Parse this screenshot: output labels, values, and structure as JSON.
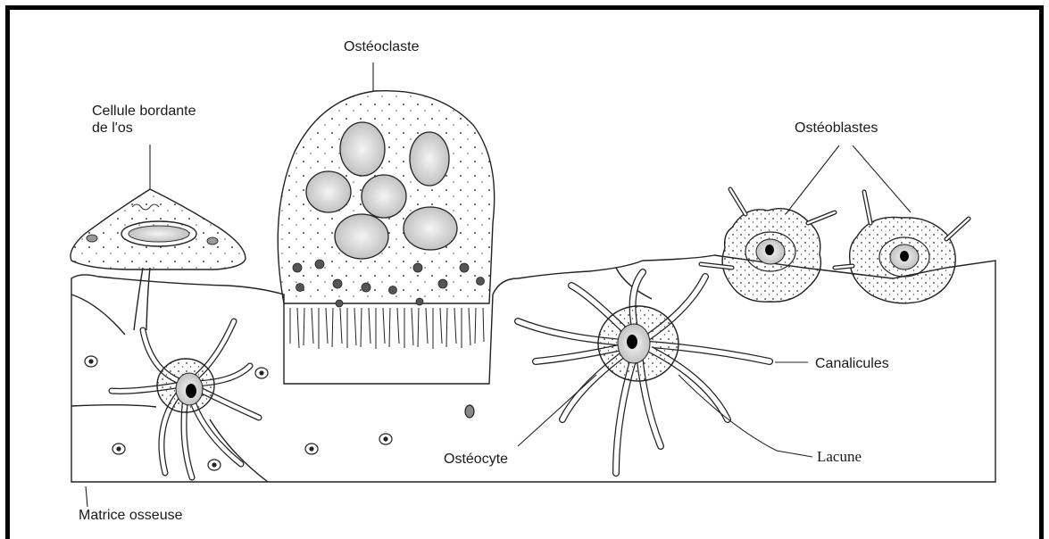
{
  "labels": {
    "osteoclaste": "Ostéoclaste",
    "bordante_line1": "Cellule bordante",
    "bordante_line2": "de l'os",
    "osteoblastes": "Ostéoblastes",
    "canalicules": "Canalicules",
    "osteocyte": "Ostéocyte",
    "lacune": "Lacune",
    "matrice": "Matrice osseuse"
  }
}
